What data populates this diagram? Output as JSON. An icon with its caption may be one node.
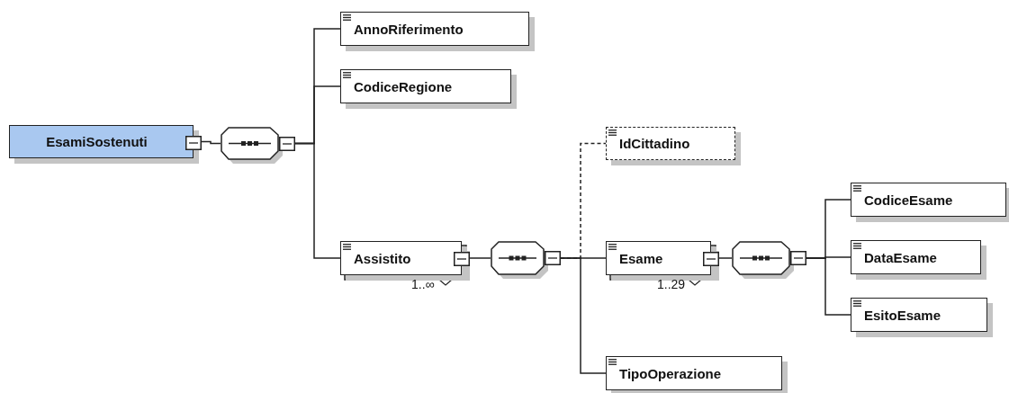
{
  "diagram": {
    "nodes": [
      {
        "text": [
          "EsamiSostenuti"
        ]
      },
      {
        "text": [],
        "shape": "octagon"
      },
      {
        "text": [
          "AnnoRiferimento"
        ]
      },
      {
        "text": [
          "CodiceRegione"
        ]
      },
      {
        "text": [
          "Assistito"
        ],
        "beside": [
          "1..∞"
        ]
      },
      {
        "text": [],
        "shape": "octagon"
      },
      {
        "text": [
          "IdCittadino"
        ]
      },
      {
        "text": [
          "Esame"
        ],
        "beside": [
          "1..29"
        ]
      },
      {
        "text": [],
        "shape": "octagon"
      },
      {
        "text": [
          "TipoOperazione"
        ]
      },
      {
        "text": [
          "CodiceEsame"
        ]
      },
      {
        "text": [
          "DataEsame"
        ]
      },
      {
        "text": [
          "EsitoEsame"
        ]
      }
    ],
    "edges": [
      {
        "from": 0,
        "to": 1,
        "arrow": "none"
      },
      {
        "from": 1,
        "to": 2,
        "arrow": "none"
      },
      {
        "from": 1,
        "to": 3,
        "arrow": "none"
      },
      {
        "from": 1,
        "to": 4,
        "arrow": "none"
      },
      {
        "from": 4,
        "to": 5,
        "arrow": "none"
      },
      {
        "from": 5,
        "to": 6,
        "arrow": "none",
        "style": "dashed"
      },
      {
        "from": 5,
        "to": 7,
        "arrow": "none"
      },
      {
        "from": 5,
        "to": 9,
        "arrow": "none"
      },
      {
        "from": 7,
        "to": 8,
        "arrow": "none"
      },
      {
        "from": 8,
        "to": 10,
        "arrow": "none"
      },
      {
        "from": 8,
        "to": 11,
        "arrow": "none"
      },
      {
        "from": 8,
        "to": 12,
        "arrow": "none"
      }
    ]
  }
}
